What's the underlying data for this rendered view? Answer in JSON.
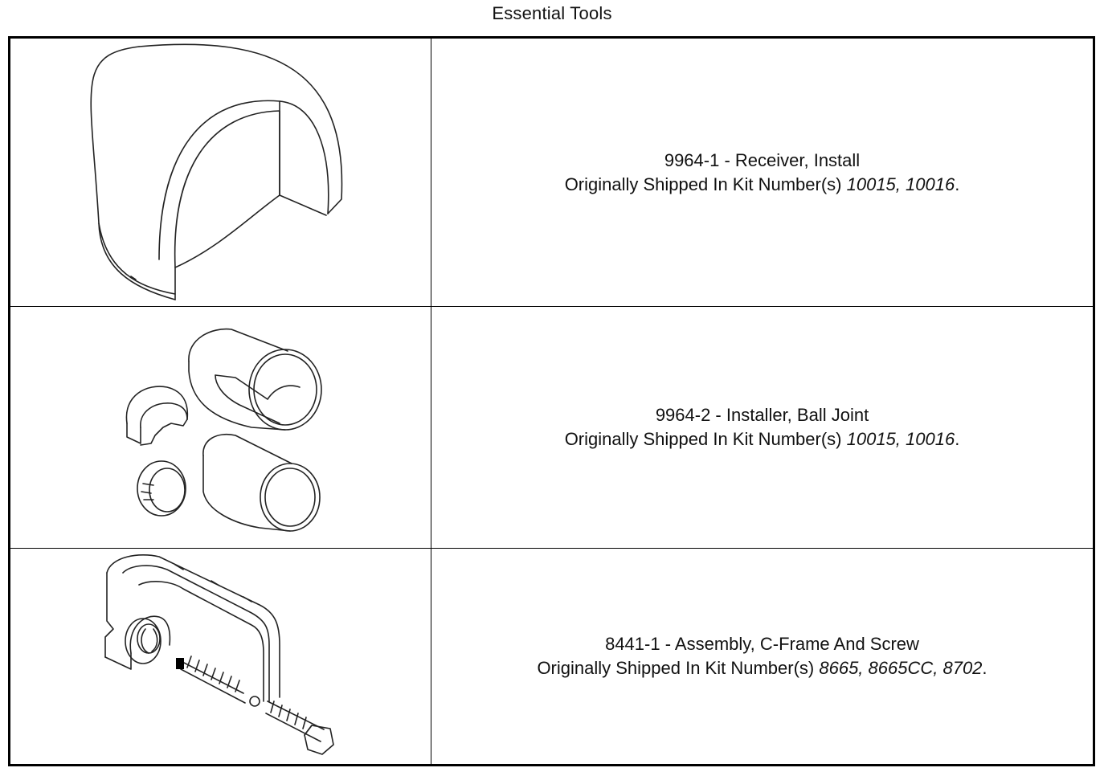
{
  "page": {
    "title": "Essential Tools"
  },
  "tools": [
    {
      "image_icon": "receiver-install-drawing",
      "description": "9964-1 - Receiver, Install",
      "kit_prefix": "Originally Shipped In Kit Number(s) ",
      "kit_numbers": "10015, 10016",
      "kit_suffix": "."
    },
    {
      "image_icon": "ball-joint-installer-drawing",
      "description": "9964-2 - Installer, Ball Joint",
      "kit_prefix": "Originally Shipped In Kit Number(s) ",
      "kit_numbers": "10015, 10016",
      "kit_suffix": "."
    },
    {
      "image_icon": "c-frame-screw-drawing",
      "description": "8441-1 - Assembly, C-Frame And Screw",
      "kit_prefix": "Originally Shipped In Kit Number(s) ",
      "kit_numbers": "8665, 8665CC, 8702",
      "kit_suffix": "."
    }
  ]
}
